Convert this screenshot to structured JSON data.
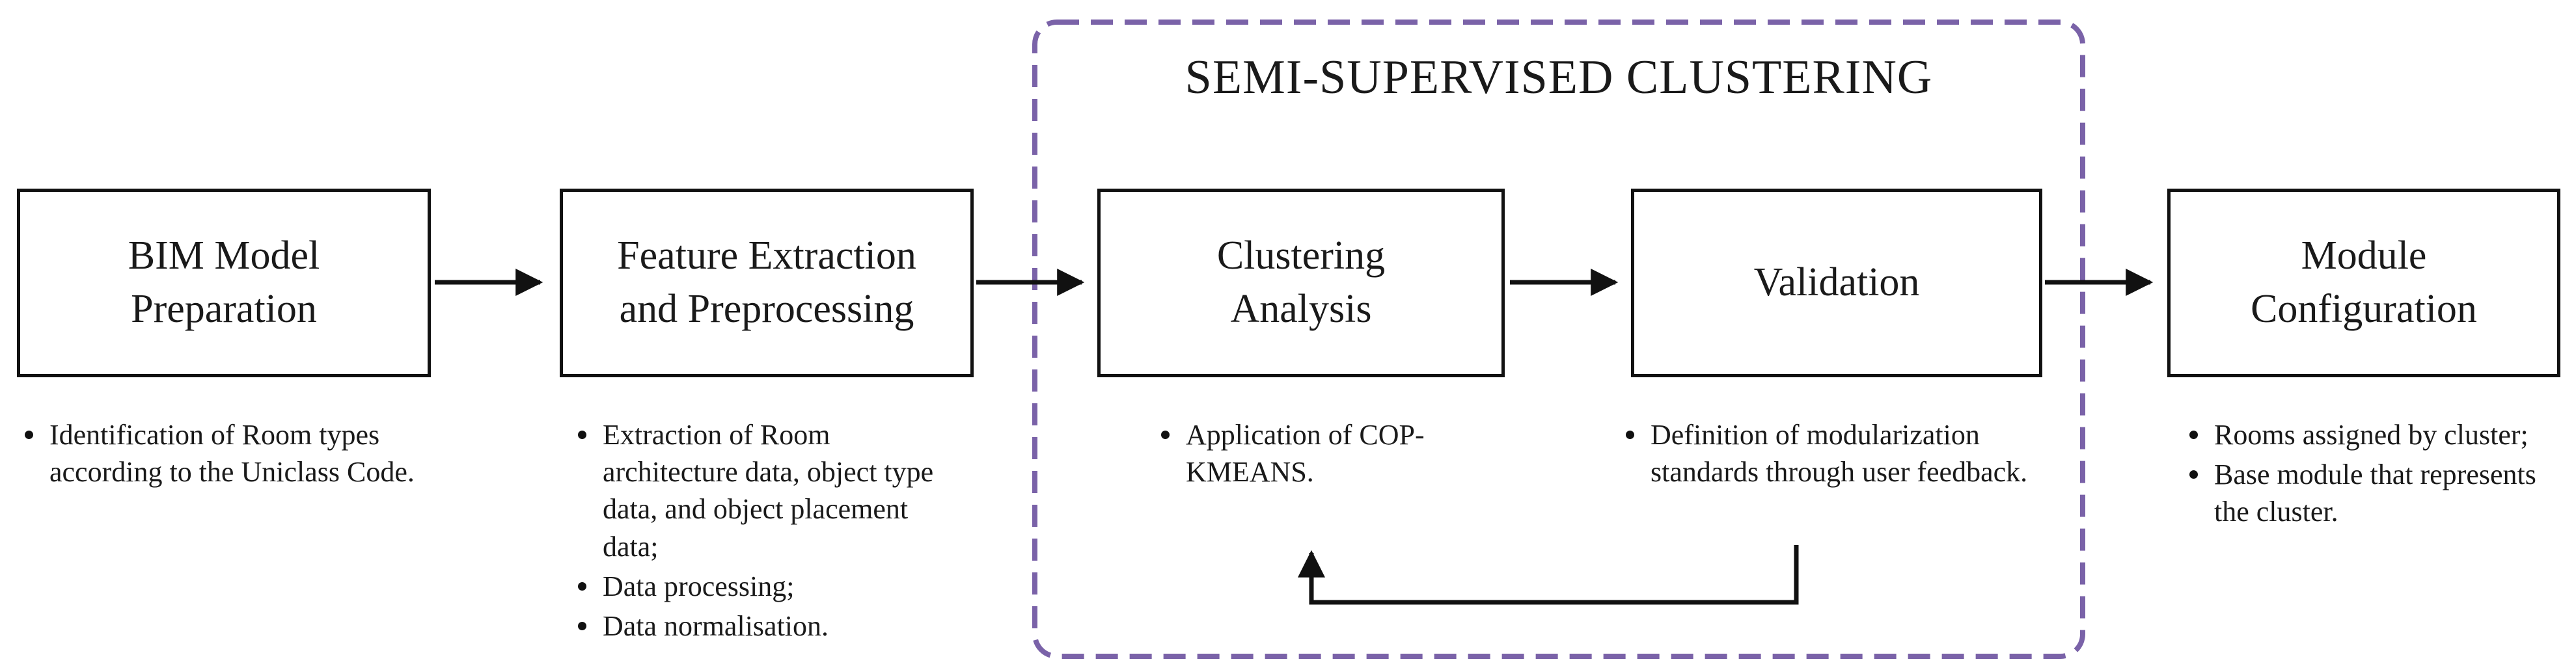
{
  "group": {
    "title": "SEMI-SUPERVISED CLUSTERING",
    "border_color": "#7a62a8"
  },
  "steps": [
    {
      "id": "bim",
      "label": "BIM Model\nPreparation",
      "bullets": [
        "Identification of Room types according to the Uniclass Code."
      ]
    },
    {
      "id": "feature",
      "label": "Feature Extraction\nand Preprocessing",
      "bullets": [
        "Extraction of Room architecture data, object type data, and object placement data;",
        "Data processing;",
        "Data normalisation."
      ]
    },
    {
      "id": "clustering",
      "label": "Clustering\nAnalysis",
      "bullets": [
        "Application of COP-KMEANS."
      ]
    },
    {
      "id": "validation",
      "label": "Validation",
      "bullets": [
        "Definition of modularization standards through user feedback."
      ]
    },
    {
      "id": "module",
      "label": "Module\nConfiguration",
      "bullets": [
        "Rooms assigned by cluster;",
        "Base module that represents the cluster."
      ]
    }
  ],
  "connections": [
    {
      "from": "bim",
      "to": "feature"
    },
    {
      "from": "feature",
      "to": "clustering"
    },
    {
      "from": "clustering",
      "to": "validation"
    },
    {
      "from": "validation",
      "to": "module"
    },
    {
      "from": "validation",
      "to": "clustering",
      "type": "feedback-loop"
    }
  ]
}
